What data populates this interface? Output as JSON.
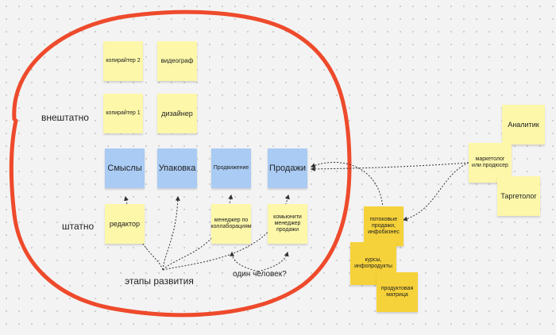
{
  "colors": {
    "board_background": "#f3f3f3",
    "yellow_note": "#fdf7a9",
    "blue_note": "#a9cbf4",
    "orange_note": "#f6d23a",
    "lasso_stroke": "#ee4a2c",
    "connector": "#333333"
  },
  "labels": {
    "outstaff": "внештатно",
    "staff": "штатно",
    "stages": "этапы развития",
    "one_person": "один человек?"
  },
  "notes": {
    "copywriter2": "копирайтер 2",
    "videographer": "видеограф",
    "copywriter1": "копирайтер 1",
    "designer": "дизайнер",
    "meanings": "Смыслы",
    "packaging": "Упаковка",
    "promotion": "Продвижение",
    "sales": "Продажи",
    "editor": "редактор",
    "collab_manager": "менеджер по коллаборациям",
    "community_manager": "комьюнити менеджер продажи",
    "analyst": "Аналитик",
    "marketer": "маркетолог или продюсер",
    "targetologist": "Таргетолог",
    "stream_sales": "потоковые продажи, инфобизнес",
    "courses": "курсы, инфопродукты",
    "product_matrix": "продуктовая матрица"
  }
}
